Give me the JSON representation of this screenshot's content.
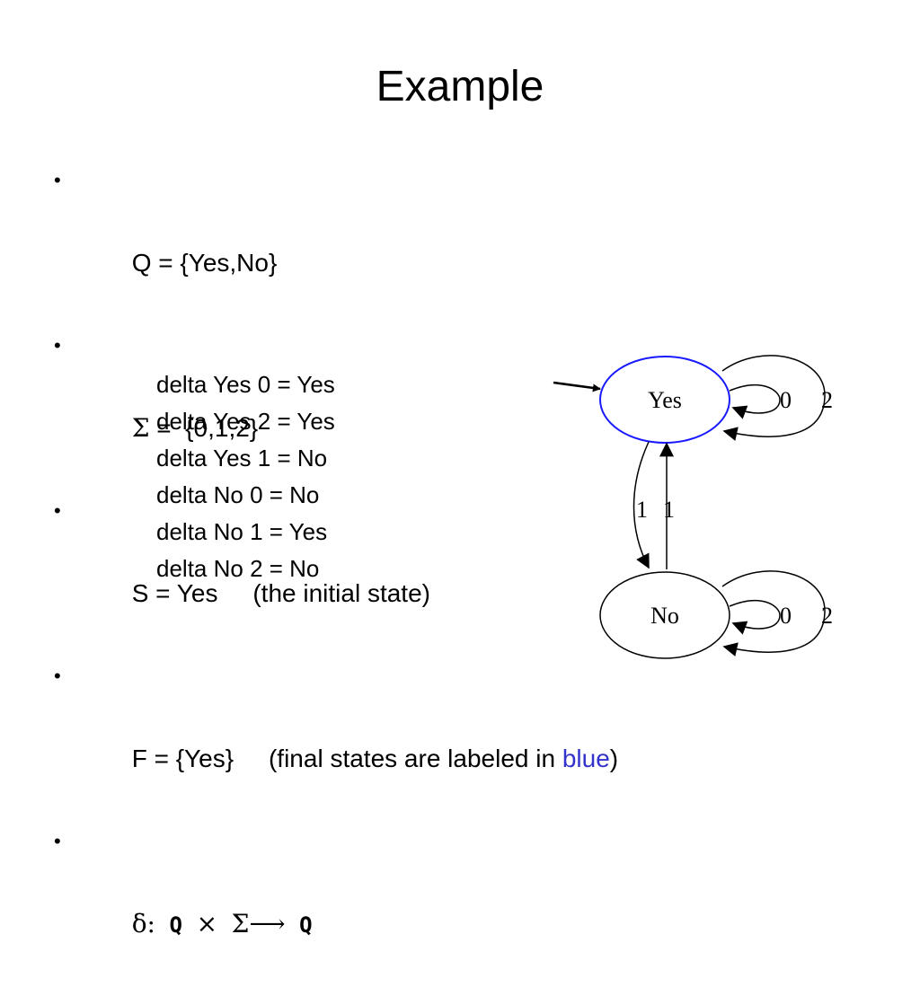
{
  "slide": {
    "title": "Example",
    "bullets": [
      {
        "label": "Q = {Yes,No}"
      },
      {
        "symbol": "Σ",
        "label": " =  {0,1,2}"
      },
      {
        "label": "S = Yes     (the initial state)"
      },
      {
        "label": "F = {Yes}     (final states are labeled in ",
        "highlight": "blue",
        "suffix": ")"
      },
      {
        "symbol": "δ",
        "colon": ":",
        "from": "Q",
        "times": "×",
        "sigma": "Σ",
        "arrow": "⟶",
        "to": "Q"
      }
    ],
    "transitions": [
      "delta Yes 0 = Yes",
      "delta Yes 2 = Yes",
      "delta Yes 1 = No",
      "delta No 0 = No",
      "delta No 1 = Yes",
      "delta No 2 = No"
    ]
  },
  "colors": {
    "final_state": "#1a1aff",
    "highlight": "#3333cc"
  },
  "diagram": {
    "states": [
      {
        "name": "Yes",
        "final": true,
        "initial": true
      },
      {
        "name": "No",
        "final": false,
        "initial": false
      }
    ],
    "edges": [
      {
        "from": "Yes",
        "to": "Yes",
        "inner_label": "0",
        "outer_label": "2"
      },
      {
        "from": "Yes",
        "to": "No",
        "label": "1"
      },
      {
        "from": "No",
        "to": "Yes",
        "label": "1"
      },
      {
        "from": "No",
        "to": "No",
        "inner_label": "0",
        "outer_label": "2"
      }
    ]
  }
}
